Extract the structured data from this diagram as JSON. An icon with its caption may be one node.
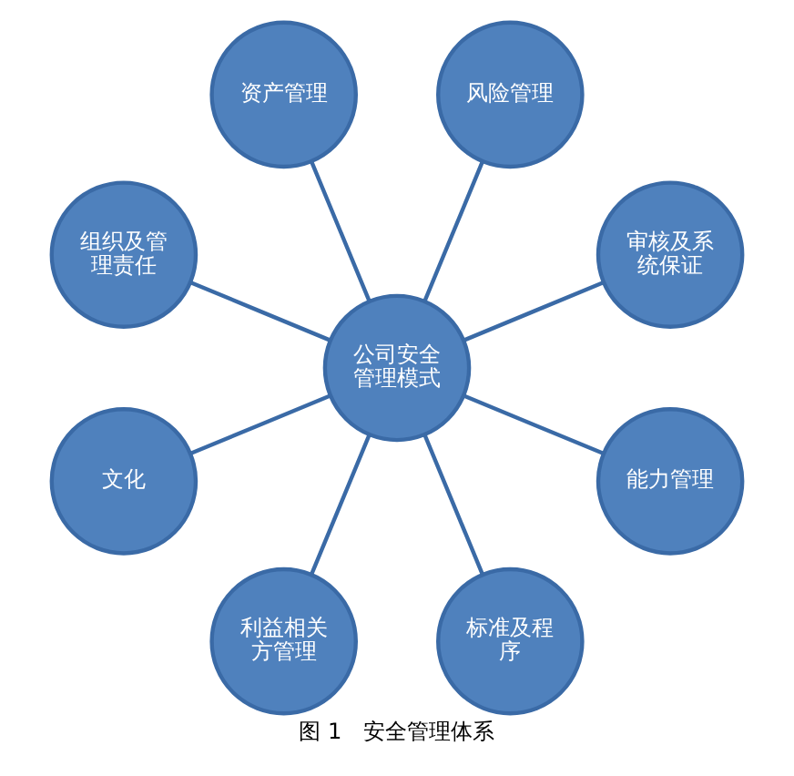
{
  "diagram": {
    "caption": "图 1　安全管理体系",
    "nodes": [
      {
        "text": [
          "审核及系统保证"
        ]
      },
      {
        "text": [
          "风险管理"
        ]
      },
      {
        "text": [
          "资产管理"
        ]
      },
      {
        "text": [
          "组织及管理责任"
        ]
      },
      {
        "text": [
          "公司安全管理模式"
        ]
      },
      {
        "text": [
          "文化"
        ]
      },
      {
        "text": [
          "利益相关方管理"
        ]
      },
      {
        "text": [
          "标准及程序"
        ]
      },
      {
        "text": [
          "能力管理"
        ]
      }
    ],
    "edges": [
      {
        "from": 4,
        "to": 0,
        "arrow": "none"
      },
      {
        "from": 4,
        "to": 2,
        "arrow": "none"
      },
      {
        "from": 4,
        "to": 5,
        "arrow": "none"
      },
      {
        "from": 4,
        "to": 7,
        "arrow": "none"
      },
      {
        "from": 4,
        "to": 8,
        "arrow": "none"
      },
      {
        "from": 4,
        "to": 6,
        "arrow": "none"
      },
      {
        "from": 4,
        "to": 3,
        "arrow": "none"
      },
      {
        "from": 4,
        "to": 1,
        "arrow": "none"
      }
    ]
  }
}
